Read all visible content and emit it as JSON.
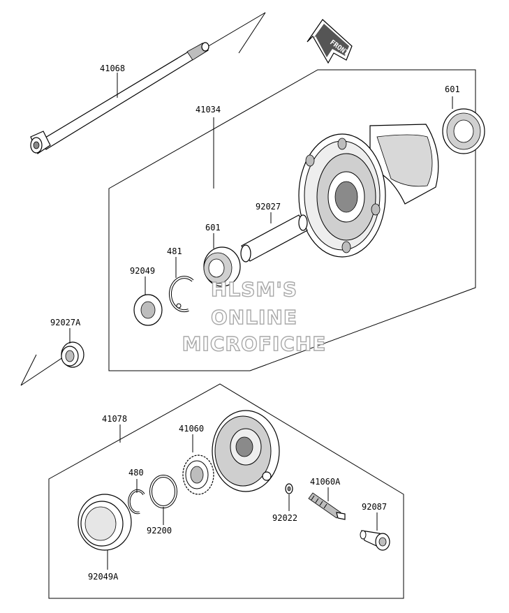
{
  "parts": {
    "axle": "41068",
    "hub": "41034",
    "bearing_right": "601",
    "bearing_left": "601",
    "spacer": "92027",
    "circlip": "481",
    "seal": "92049",
    "collar": "92027A",
    "gear_housing": "41078",
    "gear": "41060",
    "snap_ring": "480",
    "washer_ring": "92200",
    "seal_a": "92049A",
    "small_washer": "92022",
    "drive_gear": "41060A",
    "bushing": "92087"
  },
  "front_arrow": "FRONT",
  "watermark": {
    "line1": "HLSM'S",
    "line2": "ONLINE",
    "line3": "MICROFICHE"
  }
}
